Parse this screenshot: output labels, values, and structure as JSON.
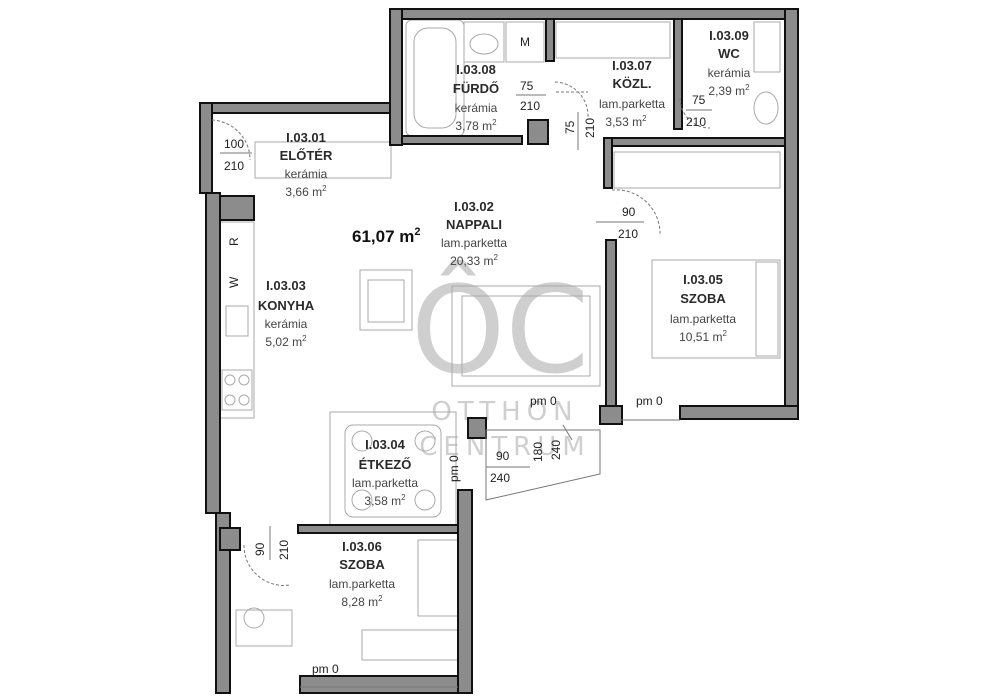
{
  "total_area": "61,07 m",
  "total_area_sup": "2",
  "watermark": {
    "logo": "ÔC",
    "line1": "OTTHON",
    "line2": "CENTRUM"
  },
  "rooms": [
    {
      "id": "eloter",
      "code": "I.03.01",
      "name": "ELŐTÉR",
      "material": "kerámia",
      "area": "3,66 m",
      "sup": "2"
    },
    {
      "id": "nappali",
      "code": "I.03.02",
      "name": "NAPPALI",
      "material": "lam.parketta",
      "area": "20,33 m",
      "sup": "2"
    },
    {
      "id": "konyha",
      "code": "I.03.03",
      "name": "KONYHA",
      "material": "kerámia",
      "area": "5,02 m",
      "sup": "2"
    },
    {
      "id": "etkezo",
      "code": "I.03.04",
      "name": "ÉTKEZŐ",
      "material": "lam.parketta",
      "area": "3,58 m",
      "sup": "2"
    },
    {
      "id": "szoba1",
      "code": "I.03.05",
      "name": "SZOBA",
      "material": "lam.parketta",
      "area": "10,51 m",
      "sup": "2"
    },
    {
      "id": "szoba2",
      "code": "I.03.06",
      "name": "SZOBA",
      "material": "lam.parketta",
      "area": "8,28 m",
      "sup": "2"
    },
    {
      "id": "kozl",
      "code": "I.03.07",
      "name": "KÖZL.",
      "material": "lam.parketta",
      "area": "3,53 m",
      "sup": "2"
    },
    {
      "id": "furdo",
      "code": "I.03.08",
      "name": "FÜRDŐ",
      "material": "kerámia",
      "area": "3,78 m",
      "sup": "2"
    },
    {
      "id": "wc",
      "code": "I.03.09",
      "name": "WC",
      "material": "kerámia",
      "area": "2,39 m",
      "sup": "2"
    }
  ],
  "dimensions": [
    {
      "id": "entry-w",
      "text": "100"
    },
    {
      "id": "entry-h",
      "text": "210"
    },
    {
      "id": "furdo-w",
      "text": "75"
    },
    {
      "id": "furdo-h",
      "text": "210"
    },
    {
      "id": "kozl-w",
      "text": "75"
    },
    {
      "id": "kozl-h",
      "text": "210"
    },
    {
      "id": "wc-w",
      "text": "75"
    },
    {
      "id": "wc-h",
      "text": "210"
    },
    {
      "id": "szoba1-w",
      "text": "90"
    },
    {
      "id": "szoba1-h",
      "text": "210"
    },
    {
      "id": "balcony-w",
      "text": "90"
    },
    {
      "id": "balcony-h1",
      "text": "180"
    },
    {
      "id": "balcony-h2",
      "text": "240"
    },
    {
      "id": "balcony-w2",
      "text": "240"
    },
    {
      "id": "szoba2-w",
      "text": "90"
    },
    {
      "id": "szoba2-h",
      "text": "210"
    }
  ],
  "levels": [
    {
      "id": "pm-nappali",
      "text": "pm 0"
    },
    {
      "id": "pm-szoba1",
      "text": "pm 0"
    },
    {
      "id": "pm-etkezo",
      "text": "pm 0"
    },
    {
      "id": "pm-szoba2",
      "text": "pm 0"
    }
  ],
  "appliance_labels": [
    {
      "id": "fridge",
      "text": "R"
    },
    {
      "id": "washer",
      "text": "W"
    },
    {
      "id": "machine",
      "text": "M"
    }
  ]
}
